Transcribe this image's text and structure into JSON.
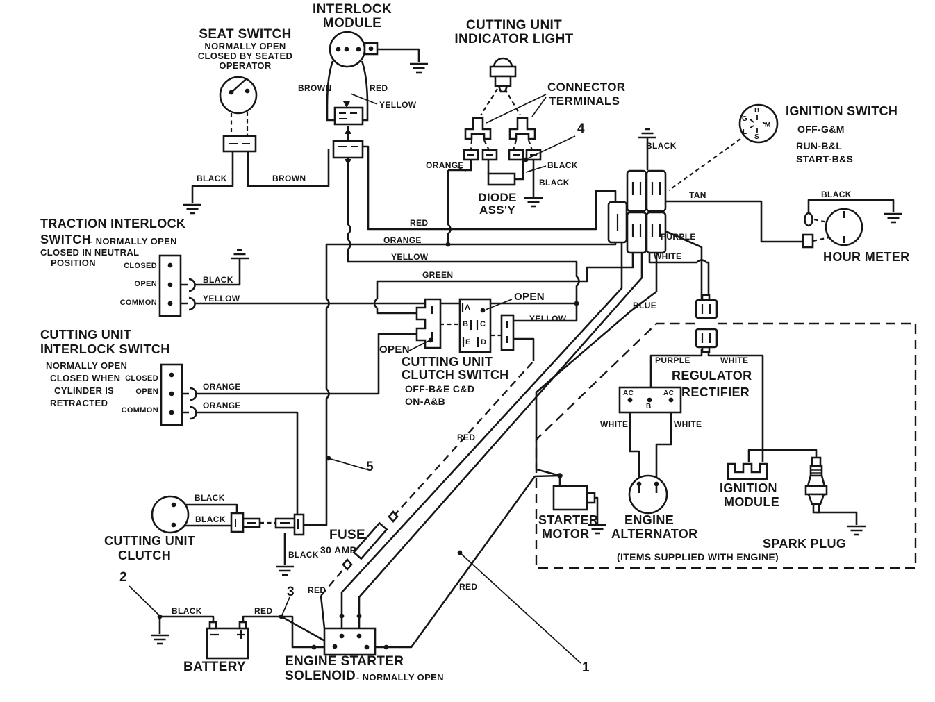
{
  "diagram": {
    "background": "#ffffff",
    "ink": "#161616"
  },
  "interlock_module": {
    "title1": "INTERLOCK",
    "title2": "MODULE",
    "brown": "BROWN",
    "red": "RED",
    "yellow": "YELLOW"
  },
  "seat_switch": {
    "title": "SEAT SWITCH",
    "sub1": "NORMALLY OPEN",
    "sub2": "CLOSED BY SEATED",
    "sub3": "OPERATOR",
    "black": "BLACK",
    "brown": "BROWN"
  },
  "indicator_light": {
    "title1": "CUTTING UNIT",
    "title2": "INDICATOR LIGHT"
  },
  "connector_terminals": {
    "title1": "CONNECTOR",
    "title2": "TERMINALS"
  },
  "diode": {
    "title1": "DIODE",
    "title2": "ASS'Y",
    "orange": "ORANGE",
    "black1": "BLACK",
    "black2": "BLACK"
  },
  "ignition_switch": {
    "title": "IGNITION SWITCH",
    "line1": "OFF-G&M",
    "line2": "RUN-B&L",
    "line3": "START-B&S",
    "b": "B",
    "g": "G",
    "m": "M",
    "l": "L",
    "s": "S"
  },
  "hour_meter": {
    "title": "HOUR METER",
    "black": "BLACK"
  },
  "harness": {
    "black_top": "BLACK",
    "tan": "TAN",
    "purple_up": "PURPLE",
    "white_up": "WHITE",
    "blue": "BLUE",
    "red_bus": "RED",
    "orange_bus": "ORANGE",
    "yellow_bus": "YELLOW",
    "green_bus": "GREEN",
    "red_diag1": "RED",
    "red_diag2": "RED",
    "red_fuse": "RED"
  },
  "traction_switch": {
    "title1": "TRACTION INTERLOCK",
    "title2": "SWITCH",
    "title2b": "- NORMALLY OPEN",
    "sub1": "CLOSED IN NEUTRAL",
    "sub2": "POSITION",
    "closed": "CLOSED",
    "open": "OPEN",
    "common": "COMMON",
    "black": "BLACK",
    "yellow": "YELLOW"
  },
  "cutting_interlock_switch": {
    "title1": "CUTTING UNIT",
    "title2": "INTERLOCK SWITCH",
    "sub1": "NORMALLY OPEN",
    "sub2": "CLOSED WHEN",
    "sub3": "CYLINDER IS",
    "sub4": "RETRACTED",
    "closed": "CLOSED",
    "open": "OPEN",
    "common": "COMMON",
    "orange1": "ORANGE",
    "orange2": "ORANGE"
  },
  "clutch_switch": {
    "title1": "CUTTING UNIT",
    "title2": "CLUTCH SWITCH",
    "sub1": "OFF-B&E C&D",
    "sub2": "ON-A&B",
    "open1": "OPEN",
    "open2": "OPEN",
    "yellow": "YELLOW",
    "a": "A",
    "b": "B",
    "c": "C",
    "d": "D",
    "e": "E"
  },
  "regulator": {
    "title1": "REGULATOR",
    "title2": "RECTIFIER",
    "purple": "PURPLE",
    "white": "WHITE",
    "ac1": "AC",
    "b": "B",
    "ac2": "AC",
    "white1": "WHITE",
    "white2": "WHITE"
  },
  "engine_box": {
    "starter1": "STARTER",
    "starter2": "MOTOR",
    "alt1": "ENGINE",
    "alt2": "ALTERNATOR",
    "ign1": "IGNITION",
    "ign2": "MODULE",
    "spark": "SPARK PLUG",
    "note": "(ITEMS SUPPLIED WITH ENGINE)"
  },
  "cutting_clutch": {
    "title1": "CUTTING UNIT",
    "title2": "CLUTCH",
    "black1": "BLACK",
    "black2": "BLACK",
    "black3": "BLACK"
  },
  "fuse": {
    "title": "FUSE",
    "rating": "30 AMP"
  },
  "battery": {
    "title": "BATTERY",
    "black": "BLACK",
    "red": "RED"
  },
  "solenoid": {
    "title1": "ENGINE STARTER",
    "title2": "SOLENOID",
    "title2b": "- NORMALLY OPEN"
  },
  "callouts": {
    "n1": "1",
    "n2": "2",
    "n3": "3",
    "n4": "4",
    "n5": "5"
  }
}
